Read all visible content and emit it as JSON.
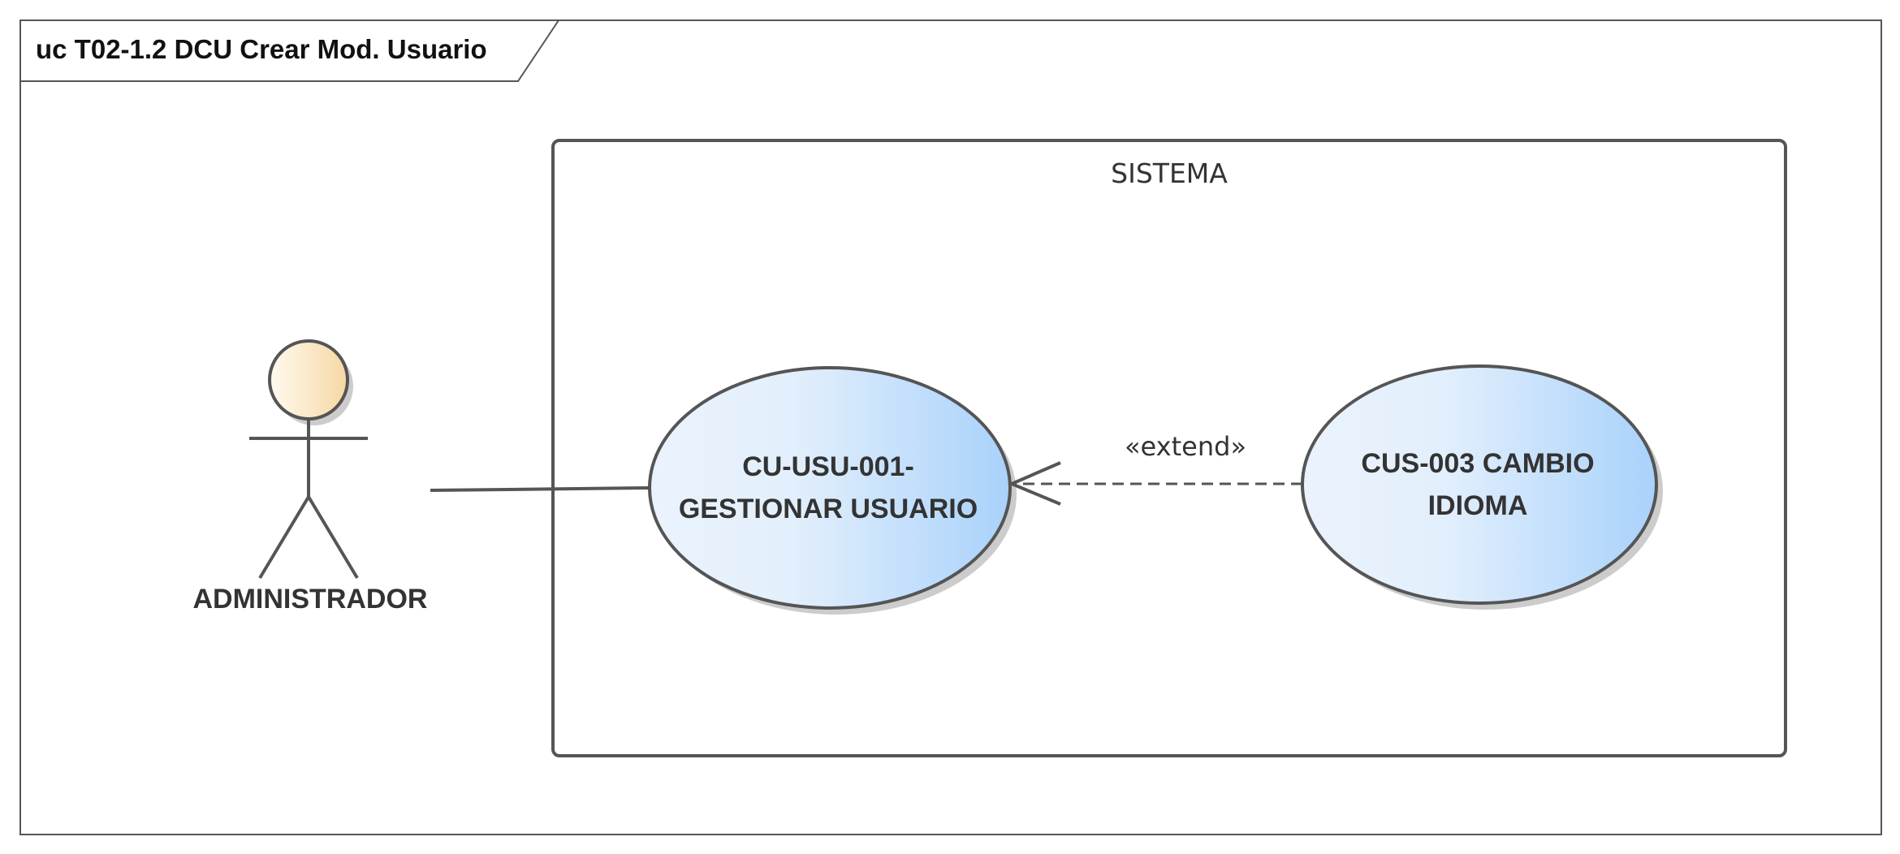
{
  "frame": {
    "title": "uc T02-1.2 DCU Crear Mod. Usuario"
  },
  "boundary": {
    "label": "SISTEMA"
  },
  "actors": [
    {
      "name": "ADMINISTRADOR"
    }
  ],
  "use_cases": [
    {
      "line1": "CU-USU-001-",
      "line2": "GESTIONAR USUARIO"
    },
    {
      "line1": "CUS-003 CAMBIO",
      "line2": "IDIOMA"
    }
  ],
  "relations": [
    {
      "type": "association",
      "from": "ADMINISTRADOR",
      "to": "CU-USU-001- GESTIONAR USUARIO"
    },
    {
      "type": "extend",
      "stereotype": "«extend»",
      "from": "CUS-003 CAMBIO IDIOMA",
      "to": "CU-USU-001- GESTIONAR USUARIO"
    }
  ],
  "colors": {
    "line": "#555555",
    "usecase_light": "#eaf3fd",
    "usecase_dark": "#a9d2fb",
    "actor_light": "#fffaf0",
    "actor_dark": "#f6d7a3"
  }
}
